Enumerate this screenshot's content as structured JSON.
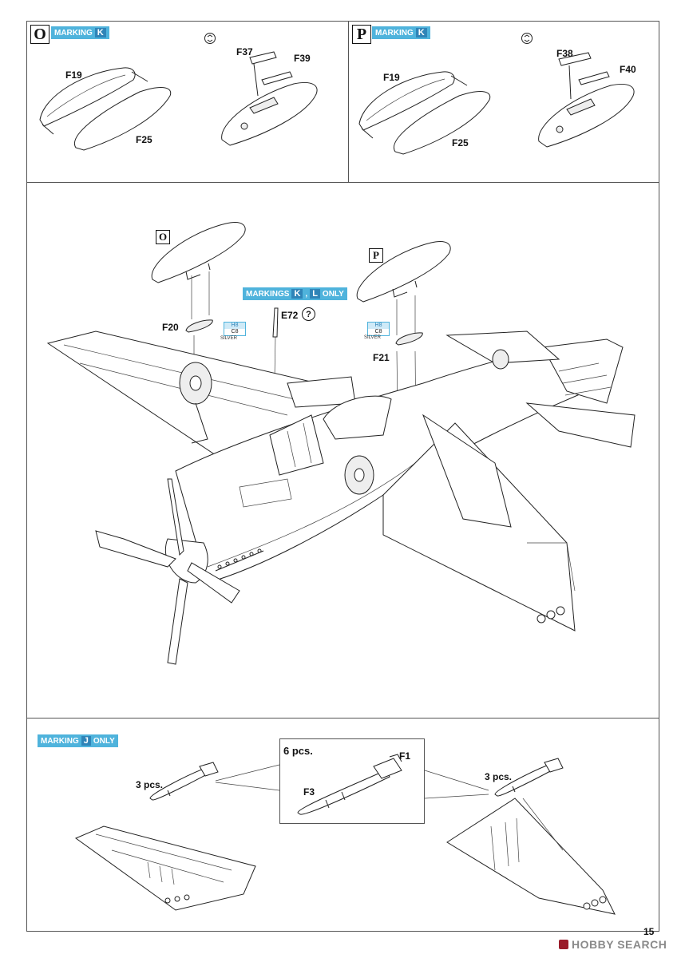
{
  "panel_o": {
    "step": "O",
    "marking_word": "MARKING",
    "marking_letter": "K",
    "parts": [
      "F19",
      "F25",
      "F37",
      "F39"
    ]
  },
  "panel_p": {
    "step": "P",
    "marking_word": "MARKING",
    "marking_letter": "K",
    "parts": [
      "F19",
      "F25",
      "F38",
      "F40"
    ]
  },
  "main": {
    "step_o": "O",
    "step_p": "P",
    "markings_tag": {
      "word": "MARKINGS",
      "letter1": "K",
      "sep": ",",
      "letter2": "L",
      "suffix": "ONLY"
    },
    "parts": {
      "f20": "F20",
      "f21": "F21",
      "e72": "E72"
    },
    "question_mark": "?",
    "paint_left": {
      "code1": "H8",
      "code2": "C8",
      "name": "SILVER"
    },
    "paint_right": {
      "code1": "H8",
      "code2": "C8",
      "name": "SILVER"
    }
  },
  "bottom": {
    "marking_word": "MARKING",
    "marking_letter": "J",
    "only": "ONLY",
    "six_pcs": "6 pcs.",
    "three_pcs_left": "3 pcs.",
    "three_pcs_right": "3 pcs.",
    "f1": "F1",
    "f3": "F3"
  },
  "footer": {
    "page_number": "15",
    "watermark": "HOBBY SEARCH"
  }
}
